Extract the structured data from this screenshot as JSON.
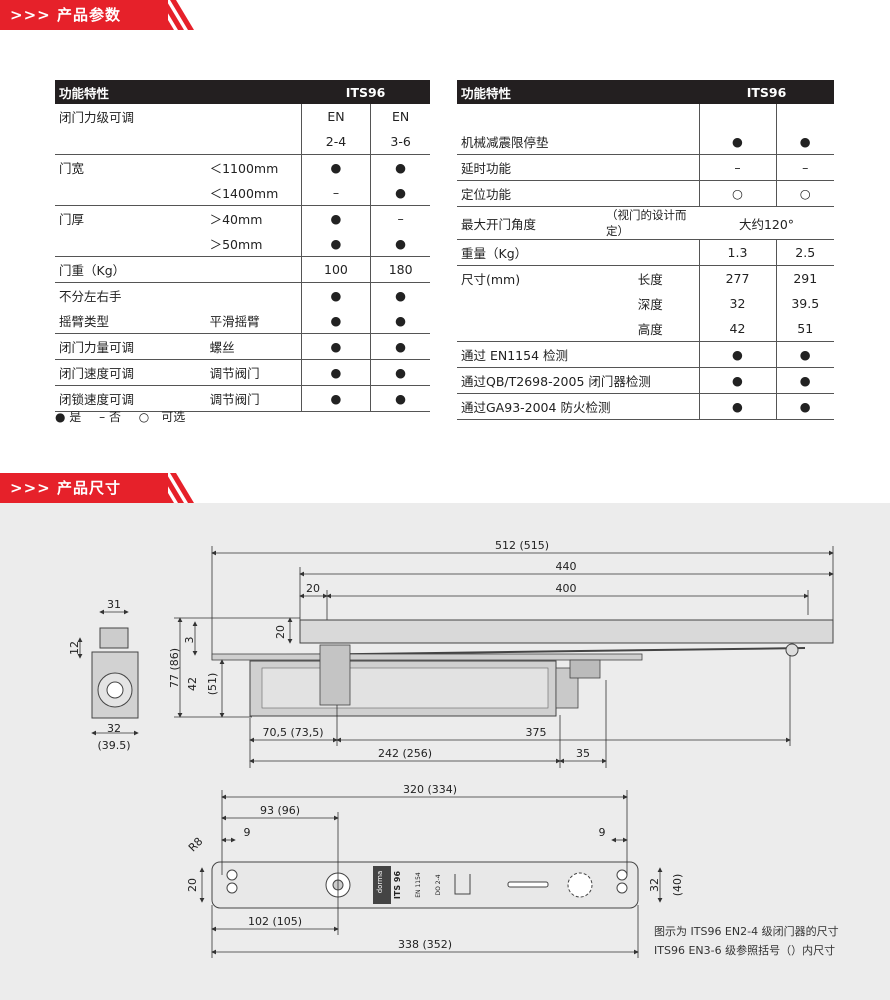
{
  "sections": {
    "params_title": "产品参数",
    "size_title": "产品尺寸",
    "arrows": ">>>"
  },
  "left_table": {
    "head": [
      "功能特性",
      "ITS96"
    ],
    "subhead": [
      "EN",
      "EN"
    ],
    "subhead2": [
      "2-4",
      "3-6"
    ],
    "rows": [
      {
        "label": "闭门力级可调",
        "sub": "",
        "a": "",
        "b": ""
      },
      {
        "label": "门宽",
        "sub": "＜1100mm",
        "a": "●",
        "b": "●"
      },
      {
        "label": "",
        "sub": "＜1400mm",
        "a": "–",
        "b": "●"
      },
      {
        "label": "门厚",
        "sub": "＞40mm",
        "a": "●",
        "b": "–"
      },
      {
        "label": "",
        "sub": "＞50mm",
        "a": "●",
        "b": "●"
      },
      {
        "label": "门重（Kg）",
        "sub": "",
        "a": "100",
        "b": "180"
      },
      {
        "label": "不分左右手",
        "sub": "",
        "a": "●",
        "b": "●"
      },
      {
        "label": "摇臂类型",
        "sub": "平滑摇臂",
        "a": "●",
        "b": "●"
      },
      {
        "label": "闭门力量可调",
        "sub": "螺丝",
        "a": "●",
        "b": "●"
      },
      {
        "label": "闭门速度可调",
        "sub": "调节阀门",
        "a": "●",
        "b": "●"
      },
      {
        "label": "闭锁速度可调",
        "sub": "调节阀门",
        "a": "●",
        "b": "●"
      }
    ]
  },
  "legend": {
    "yes": "● 是",
    "no": "– 否",
    "opt": "○　可选"
  },
  "right_table": {
    "head": [
      "功能特性",
      "ITS96"
    ],
    "rows": [
      {
        "label": "机械减震限停垫",
        "sub": "",
        "a": "●",
        "b": "●"
      },
      {
        "label": "延时功能",
        "sub": "",
        "a": "–",
        "b": "–"
      },
      {
        "label": "定位功能",
        "sub": "",
        "a": "○",
        "b": "○"
      },
      {
        "label": "最大开门角度",
        "sub": "（视门的设计而定）",
        "ab": "大约120°"
      },
      {
        "label": "重量（Kg）",
        "sub": "",
        "a": "1.3",
        "b": "2.5"
      },
      {
        "label": "尺寸(mm)",
        "sub": "长度",
        "a": "277",
        "b": "291"
      },
      {
        "label": "",
        "sub": "深度",
        "a": "32",
        "b": "39.5"
      },
      {
        "label": "",
        "sub": "高度",
        "a": "42",
        "b": "51"
      },
      {
        "label": "通过 EN1154 检测",
        "sub": "",
        "a": "●",
        "b": "●"
      },
      {
        "label": "通过QB/T2698-2005 闭门器检测",
        "sub": "",
        "a": "●",
        "b": "●"
      },
      {
        "label": "通过GA93-2004 防火检测",
        "sub": "",
        "a": "●",
        "b": "●"
      }
    ]
  },
  "dims": {
    "d512": "512  (515)",
    "d440": "440",
    "d20a": "20",
    "d400": "400",
    "d31": "31",
    "d12": "12",
    "d32": "32",
    "d395": "(39.5)",
    "d3": "3",
    "d20b": "20",
    "d77": "77 (86)",
    "d42": "42",
    "d51": "(51)",
    "d705": "70,5 (73,5)",
    "d375": "375",
    "d242": "242 (256)",
    "d35": "35",
    "d320": "320 (334)",
    "d93": "93  (96)",
    "d9a": "9",
    "d9b": "9",
    "dR8": "R8",
    "d20c": "20",
    "d32b": "32",
    "d40": "(40)",
    "d102": "102 (105)",
    "d338": "338  (352)",
    "brand": "dorma",
    "model": "ITS 96",
    "en": "EN 1154",
    "do": "DO 2-4"
  },
  "caption": {
    "line1": "图示为 ITS96 EN2-4 级闭门器的尺寸",
    "line2": "ITS96 EN3-6 级参照括号（）内尺寸"
  }
}
